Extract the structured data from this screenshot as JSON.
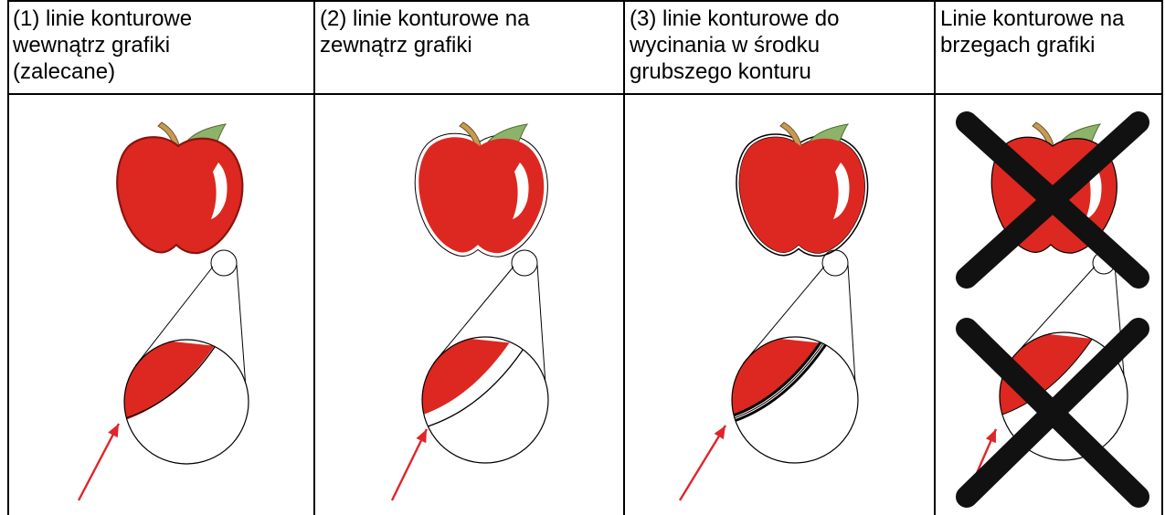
{
  "columns": [
    {
      "id": "inside",
      "title_lines": [
        " (1) linie konturowe",
        "wewnątrz grafiki",
        "(zalecane)"
      ],
      "variant": "inside",
      "crossed": false
    },
    {
      "id": "outside",
      "title_lines": [
        "(2) linie konturowe na",
        "zewnątrz grafiki"
      ],
      "variant": "outside",
      "crossed": false
    },
    {
      "id": "middle",
      "title_lines": [
        "(3) linie konturowe do",
        "wycinania w środku",
        "grubszego konturu"
      ],
      "variant": "middle",
      "crossed": false
    },
    {
      "id": "edges",
      "title_lines": [
        "Linie konturowe na",
        "brzegach grafiki"
      ],
      "variant": "edge",
      "crossed": true
    }
  ],
  "colors": {
    "apple_red": "#dc2820",
    "apple_outline": "#8a1410",
    "leaf": "#8db36a",
    "stem": "#c49a55",
    "arrow": "#e0252a",
    "cross": "#111111",
    "grid": "#000000"
  },
  "icons": [
    "apple-illustration",
    "magnifier-detail",
    "pointer-arrow",
    "cross-mark"
  ]
}
